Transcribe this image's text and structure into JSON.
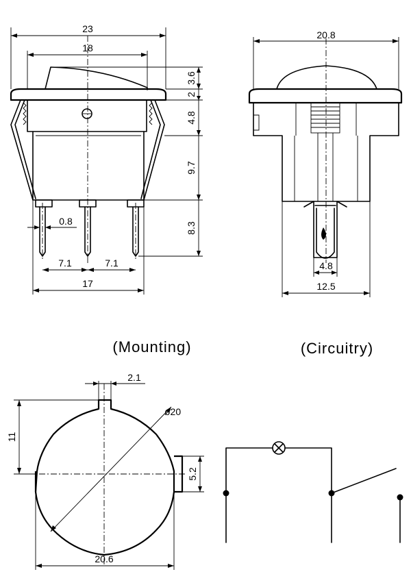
{
  "labels": {
    "mounting": "(Mounting)",
    "circuitry": "(Circuitry)"
  },
  "front_view": {
    "overall_width": "23",
    "rocker_width": "18",
    "rocker_height": "3.6",
    "flange_thickness": "2",
    "upper_body": "4.8",
    "lower_body": "9.7",
    "terminal_length": "8.3",
    "terminal_width": "0.8",
    "pitch_left": "7.1",
    "pitch_right": "7.1",
    "body_width": "17"
  },
  "side_view": {
    "overall_width": "20.8",
    "terminal_width": "4.8",
    "body_depth": "12.5"
  },
  "mounting_view": {
    "key_width": "2.1",
    "half_height": "11",
    "diameter": "ø20",
    "tab_height": "5.2",
    "width": "20.6"
  }
}
